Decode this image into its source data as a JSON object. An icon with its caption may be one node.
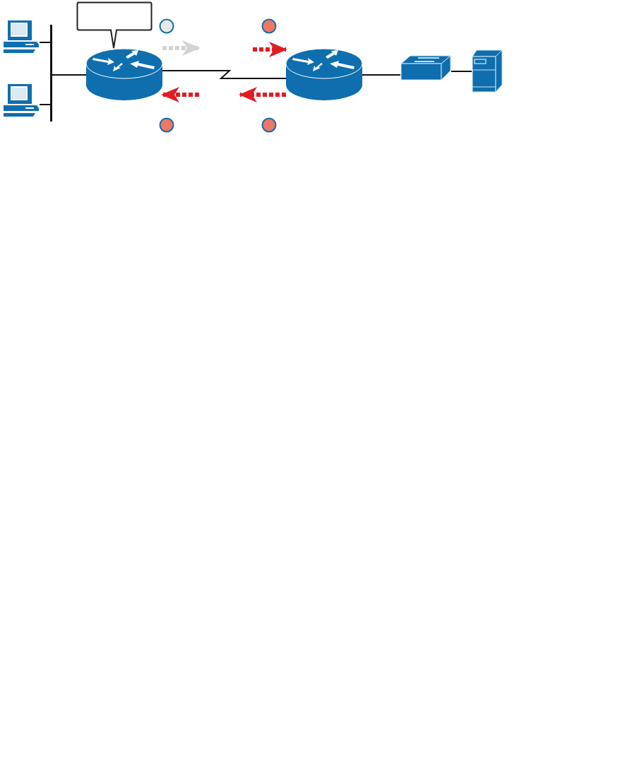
{
  "diagram": {
    "nodes": [
      {
        "text": [],
        "shape": "box"
      },
      {
        "text": [],
        "shape": "circle"
      },
      {
        "text": [],
        "shape": "circle"
      },
      {
        "text": [],
        "shape": "computer"
      },
      {
        "text": [],
        "shape": "bar"
      },
      {
        "text": [],
        "shape": "router"
      },
      {
        "text": [],
        "shape": "router"
      },
      {
        "text": [],
        "shape": "switch"
      },
      {
        "text": [],
        "shape": "server"
      },
      {
        "text": [],
        "shape": "computer"
      },
      {
        "text": [],
        "shape": "circle"
      },
      {
        "text": [],
        "shape": "circle"
      }
    ],
    "edges": [
      {
        "from": 3,
        "to": 4,
        "arrow": "none"
      },
      {
        "from": 9,
        "to": 4,
        "arrow": "none"
      },
      {
        "from": 4,
        "to": 5,
        "arrow": "none"
      },
      {
        "from": 5,
        "to": 6,
        "arrow": "none"
      },
      {
        "from": 6,
        "to": 7,
        "arrow": "none"
      },
      {
        "from": 7,
        "to": 8,
        "arrow": "none"
      },
      {
        "from": 5,
        "to": null,
        "arrow": "to",
        "style": "dashed",
        "color": "#d3d3d3"
      },
      {
        "from": null,
        "to": 6,
        "arrow": "to",
        "style": "dashed",
        "color": "#e31b23"
      },
      {
        "from": null,
        "to": 5,
        "arrow": "to",
        "style": "dashed",
        "color": "#e31b23"
      },
      {
        "from": 6,
        "to": null,
        "arrow": "to",
        "style": "dashed",
        "color": "#e31b23"
      }
    ]
  }
}
